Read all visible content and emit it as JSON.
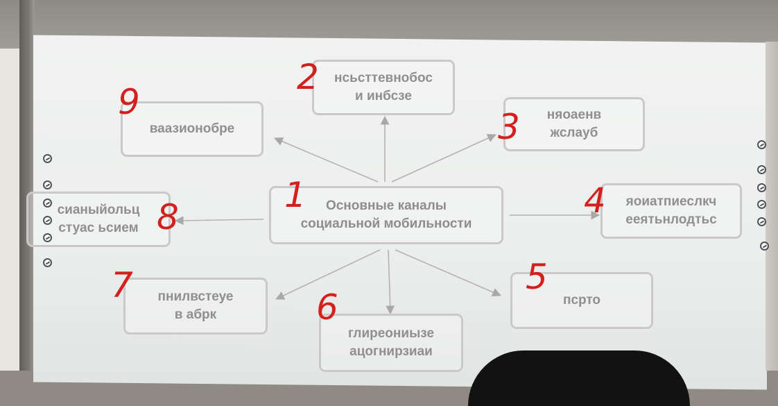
{
  "diagram": {
    "center": "Основные каналы\nсоциальной мобильности",
    "boxes": {
      "b2": "нсьсттевнобос\nи инбсзе",
      "b3": "няоаенв\nжслауб",
      "b4": "яоиатпиеслкч\nеeятьнлодтьс",
      "b5": "псрто",
      "b6": "глиреониызе\nацогнирзиаи",
      "b7": "пнилвстеуе\nв абрк",
      "b8": "сианыйольц\nстуас ьсием",
      "b9": "ваазионобре"
    }
  },
  "handwritten_numbers": {
    "n1": "1",
    "n2": "2",
    "n3": "3",
    "n4": "4",
    "n5": "5",
    "n6": "6",
    "n7": "7",
    "n8": "8",
    "n9": "9"
  },
  "colors": {
    "ink": "#d4201c",
    "box_border": "#c9c9c9",
    "box_text": "#8f8f8f",
    "board": "#eeefee"
  }
}
